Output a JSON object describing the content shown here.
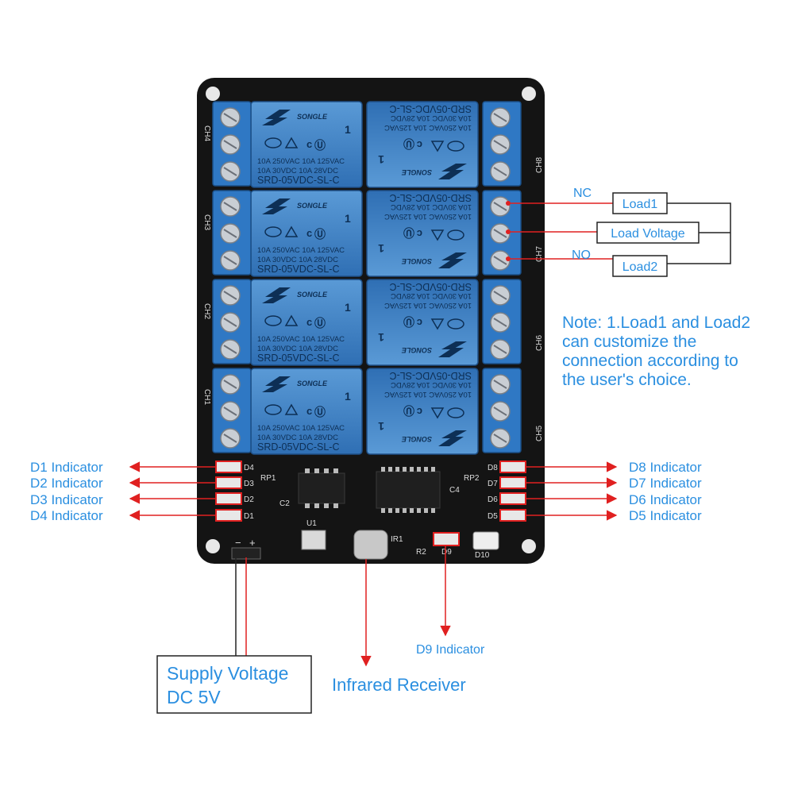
{
  "relay": {
    "brand": "SONGLE",
    "rating1": "10A 250VAC   10A 125VAC",
    "rating2": "10A  30VDC   10A  28VDC",
    "model": "SRD-05VDC-SL-C"
  },
  "channels_left": [
    "CH4",
    "CH3",
    "CH2",
    "CH1"
  ],
  "channels_right": [
    "CH8",
    "CH7",
    "CH6",
    "CH5"
  ],
  "board_marks": {
    "d_left": [
      "D4",
      "D3",
      "D2",
      "D1"
    ],
    "d_right": [
      "D8",
      "D7",
      "D6",
      "D5"
    ],
    "rp1": "RP1",
    "rp2": "RP2",
    "c2": "C2",
    "c4": "C4",
    "u1": "U1",
    "ir1": "IR1",
    "r2": "R2",
    "d9": "D9",
    "d10": "D10",
    "minus": "−",
    "plus": "+"
  },
  "labels": {
    "nc": "NC",
    "no": "NO",
    "load1": "Load1",
    "load_voltage": "Load Voltage",
    "load2": "Load2",
    "note": [
      "Note: 1.Load1 and Load2",
      "can customize the",
      "connection  according to",
      "the user's choice."
    ],
    "left_indicators": [
      "D1 Indicator",
      "D2 Indicator",
      "D3 Indicator",
      "D4 Indicator"
    ],
    "right_indicators": [
      "D8 Indicator",
      "D7 Indicator",
      "D6 Indicator",
      "D5 Indicator"
    ],
    "d9_indicator": "D9 Indicator",
    "infrared_receiver": "Infrared Receiver",
    "supply_voltage": [
      "Supply Voltage",
      "DC 5V"
    ]
  },
  "colors": {
    "board": "#141414",
    "relay_blue": "#3f86cb",
    "terminal_blue": "#2f78c4",
    "label_blue": "#2b8fe0",
    "arrow_red": "#e02020"
  }
}
